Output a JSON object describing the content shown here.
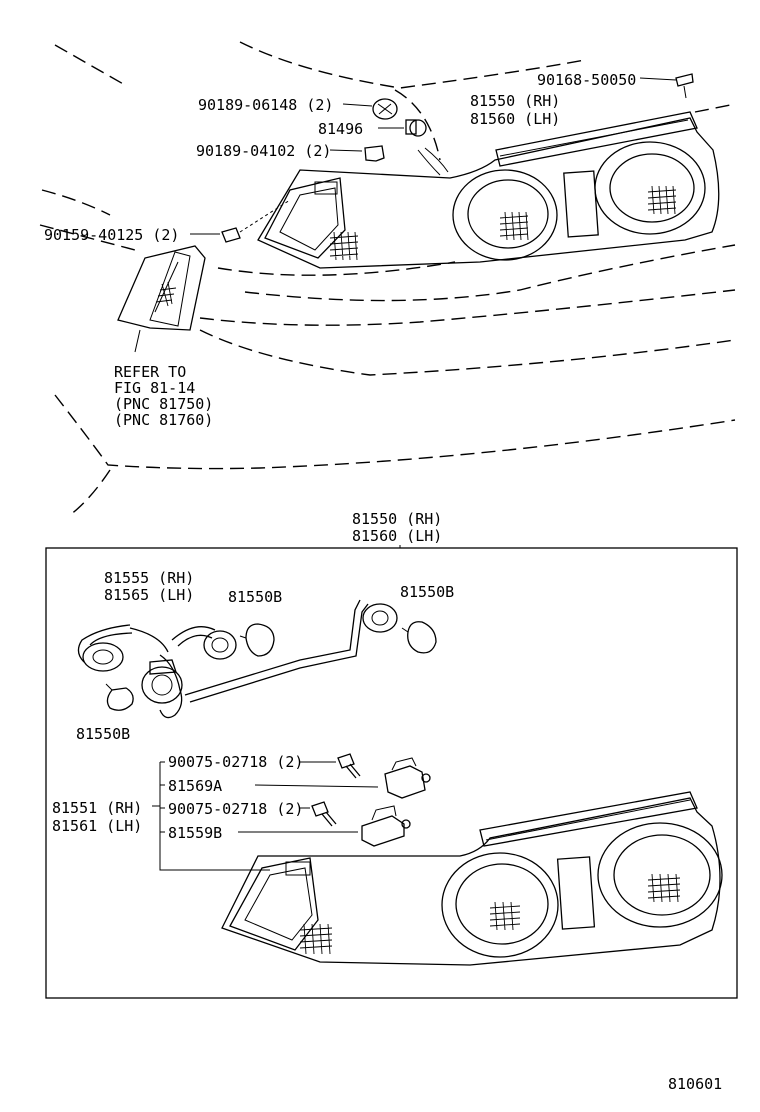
{
  "labels": {
    "bolt_top": "90168-50050",
    "clip_06148": "90189-06148 (2)",
    "part_81496": "81496",
    "clip_04102": "90189-04102 (2)",
    "screw_40125": "90159-40125 (2)",
    "lamp_rh_top": "81550 (RH)",
    "lamp_lh_top": "81560 (LH)",
    "refer_to": "REFER TO",
    "refer_fig": "FIG 81-14",
    "refer_pnc1": "(PNC 81750)",
    "refer_pnc2": "(PNC 81760)",
    "box_rh": "81550 (RH)",
    "box_lh": "81560 (LH)",
    "socket_rh": "81555 (RH)",
    "socket_lh": "81565 (LH)",
    "bulb_a": "81550B",
    "bulb_b": "81550B",
    "bulb_c": "81550B",
    "screw_02718_a": "90075-02718 (2)",
    "part_81569a": "81569A",
    "screw_02718_b": "90075-02718 (2)",
    "part_81559b": "81559B",
    "housing_rh": "81551 (RH)",
    "housing_lh": "81561 (LH)",
    "figure_no": "810601"
  }
}
